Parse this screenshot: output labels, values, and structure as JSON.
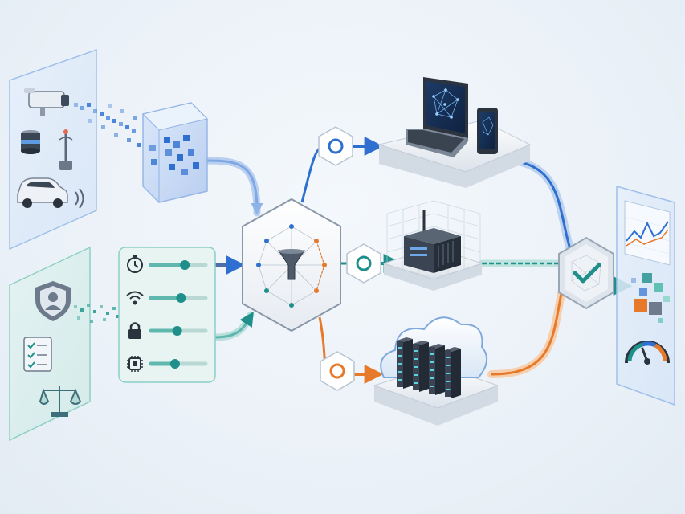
{
  "colors": {
    "blue": "#2f6fd0",
    "teal": "#1e8f8a",
    "orange": "#e77a2a",
    "panel_left_top": "#5d8fd6",
    "panel_left_bottom": "#3fa39b",
    "hexagon_stroke": "#8a97a8",
    "server_dark": "#2b3441"
  },
  "icons": {
    "sources_top": [
      "security-camera-icon",
      "lidar-sensor-icon",
      "antenna-tower-icon",
      "car-icon",
      "wireless-signal-icon"
    ],
    "sources_bottom": [
      "shield-user-icon",
      "checklist-document-icon",
      "balance-scale-icon"
    ],
    "settings": [
      "clock-icon",
      "wifi-icon",
      "lock-icon",
      "chip-icon"
    ],
    "center": "funnel-icon",
    "routers": [
      "router-ring-blue-icon",
      "router-ring-teal-icon",
      "router-ring-orange-icon"
    ],
    "targets": [
      "laptop-icon",
      "smartphone-icon",
      "edge-server-icon",
      "cloud-server-rack-icon"
    ],
    "output": [
      "line-chart-icon",
      "cube-cluster-icon",
      "gauge-icon"
    ],
    "validator": "checkmark-icon"
  },
  "settings_levels": [
    0.62,
    0.55,
    0.48,
    0.44
  ]
}
